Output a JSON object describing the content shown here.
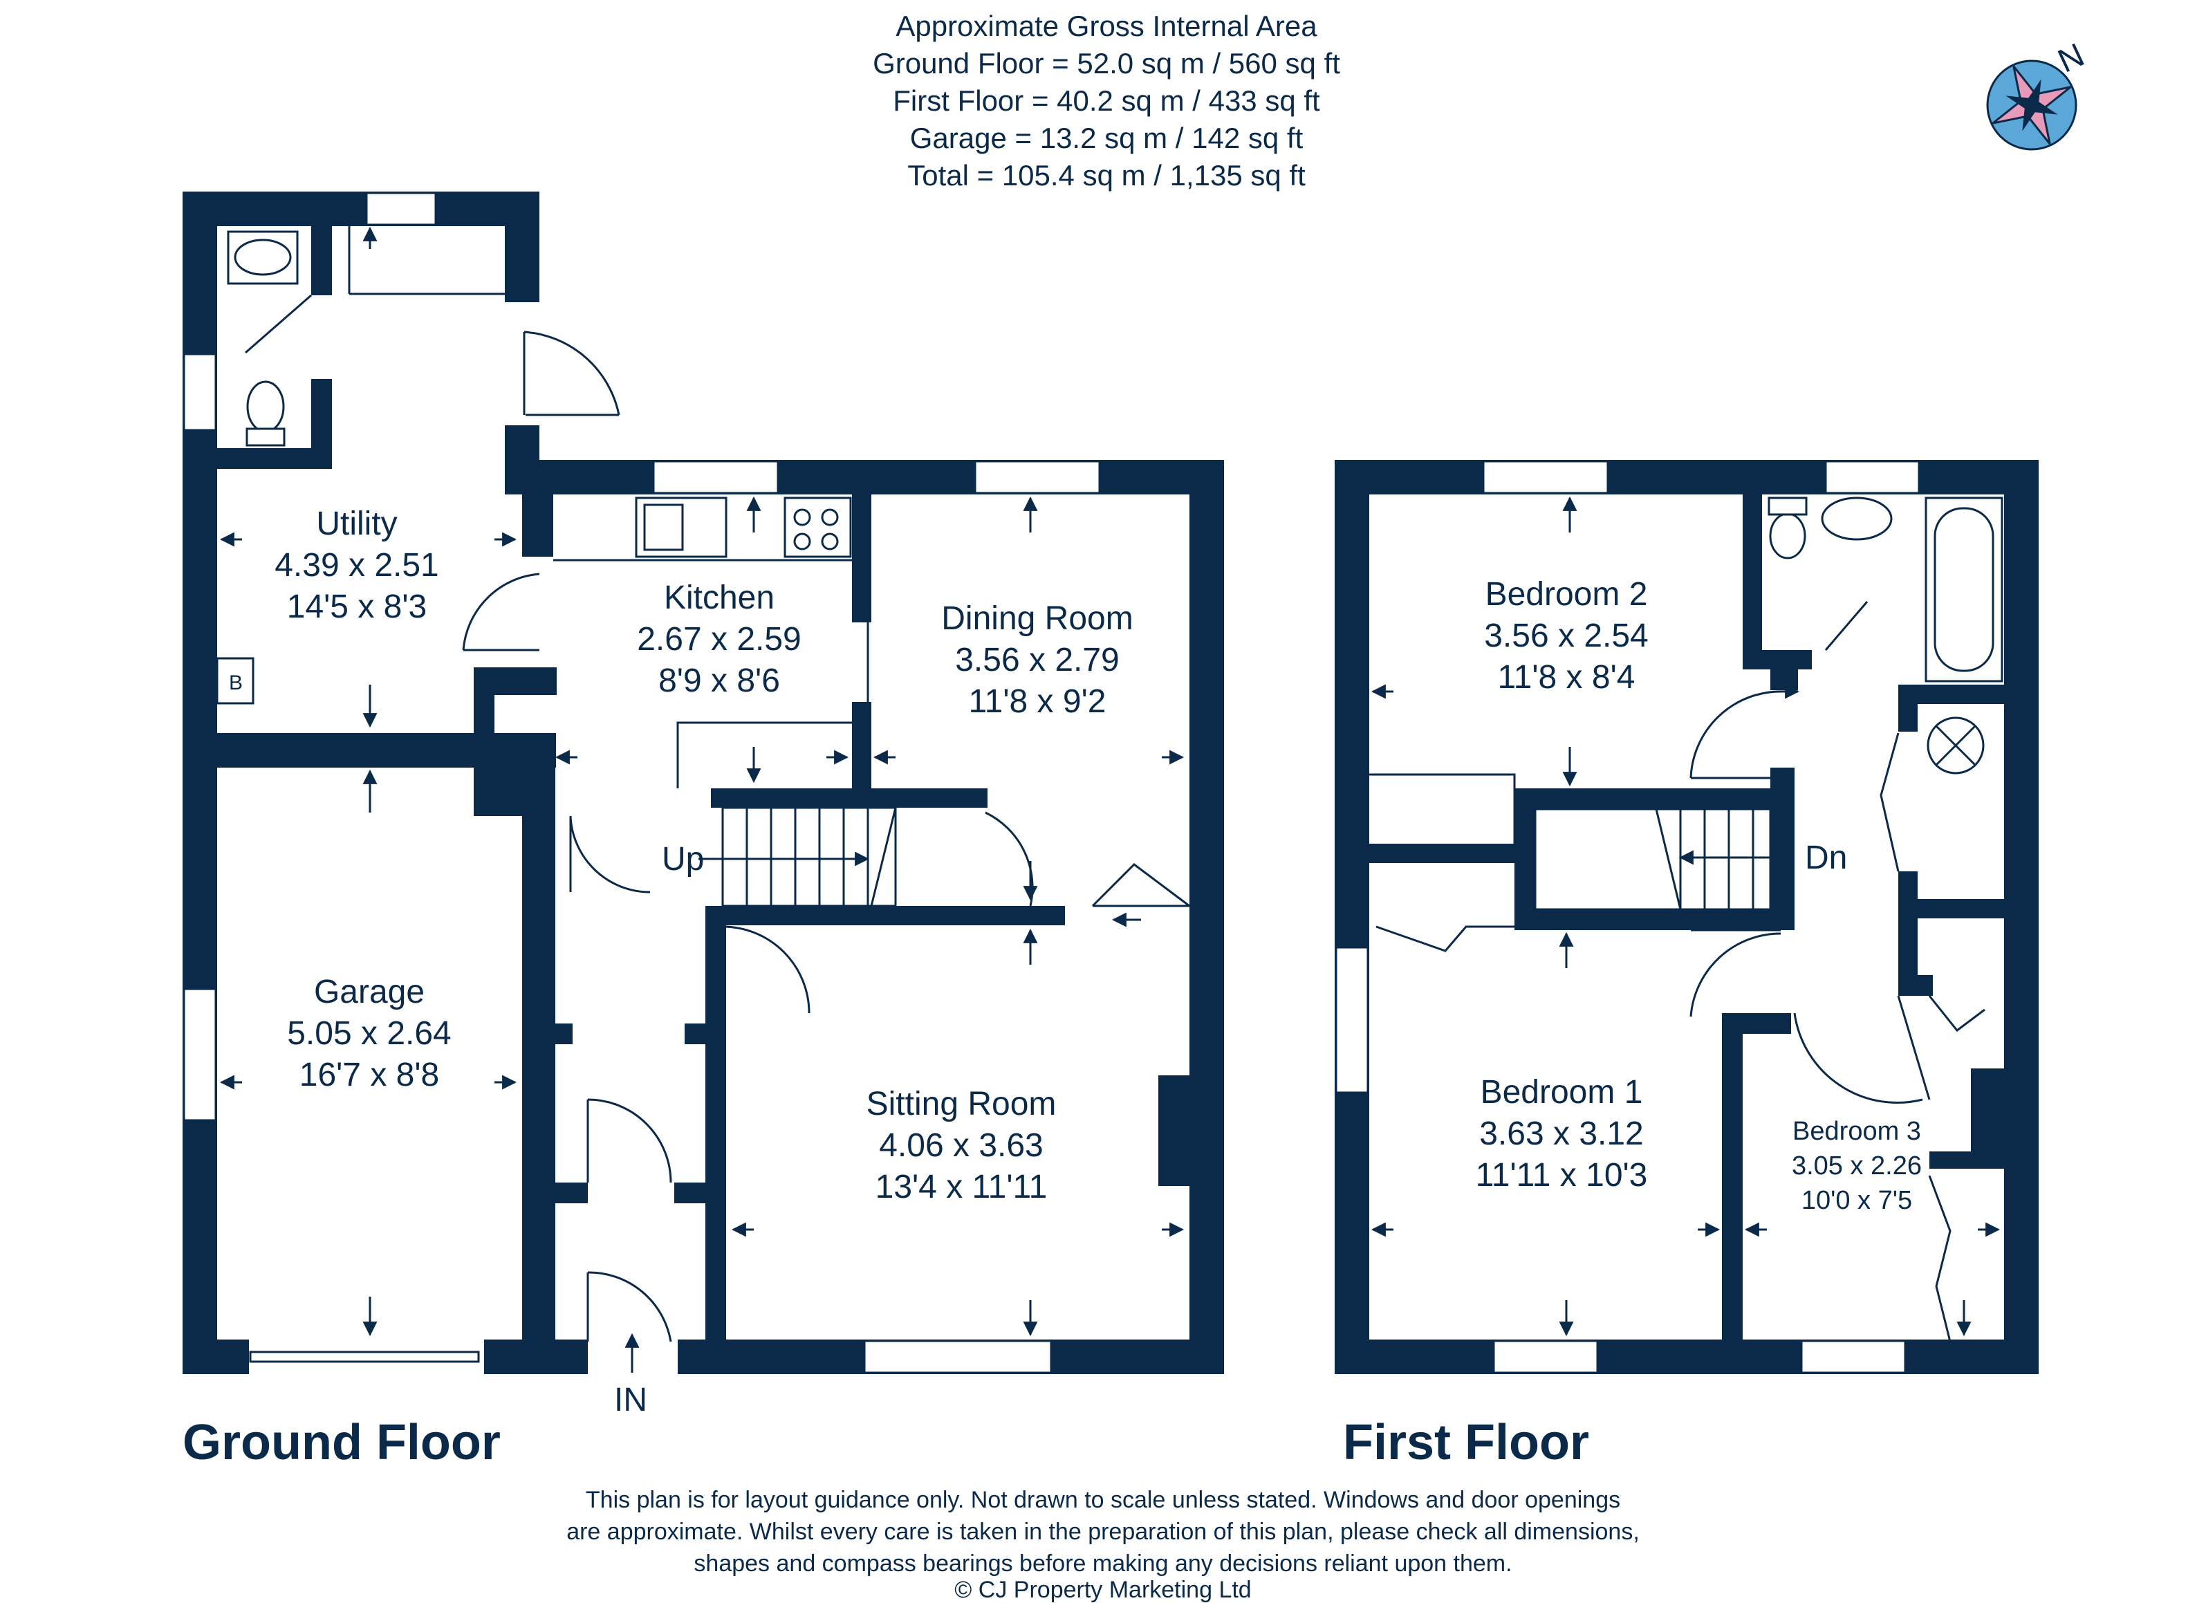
{
  "header": {
    "line1": "Approximate Gross Internal Area",
    "line2": "Ground Floor = 52.0 sq m / 560 sq ft",
    "line3": "First Floor = 40.2 sq m / 433 sq ft",
    "line4": "Garage = 13.2 sq m / 142 sq ft",
    "line5": "Total = 105.4 sq m / 1,135 sq ft"
  },
  "compass": {
    "label": "N",
    "icon": "compass-rose-icon"
  },
  "ground_floor": {
    "title": "Ground Floor",
    "entrance": "IN",
    "stairs": "Up",
    "boiler": "B",
    "rooms": {
      "utility": {
        "name": "Utility",
        "metric": "4.39 x 2.51",
        "imperial": "14'5 x 8'3"
      },
      "kitchen": {
        "name": "Kitchen",
        "metric": "2.67 x 2.59",
        "imperial": "8'9 x 8'6"
      },
      "dining": {
        "name": "Dining Room",
        "metric": "3.56 x 2.79",
        "imperial": "11'8 x 9'2"
      },
      "garage": {
        "name": "Garage",
        "metric": "5.05 x 2.64",
        "imperial": "16'7 x 8'8"
      },
      "sitting": {
        "name": "Sitting Room",
        "metric": "4.06 x 3.63",
        "imperial": "13'4 x 11'11"
      }
    }
  },
  "first_floor": {
    "title": "First Floor",
    "stairs": "Dn",
    "rooms": {
      "bedroom2": {
        "name": "Bedroom 2",
        "metric": "3.56 x 2.54",
        "imperial": "11'8 x 8'4"
      },
      "bedroom1": {
        "name": "Bedroom 1",
        "metric": "3.63 x 3.12",
        "imperial": "11'11 x 10'3"
      },
      "bedroom3": {
        "name": "Bedroom 3",
        "metric": "3.05 x 2.26",
        "imperial": "10'0 x 7'5"
      }
    }
  },
  "disclaimer": {
    "line1": "This plan is for layout guidance only. Not drawn to scale unless stated. Windows and door openings",
    "line2": "are approximate. Whilst every care is taken in the preparation of this plan, please check all dimensions,",
    "line3": "shapes and compass bearings before making any decisions reliant upon them.",
    "line4": "© CJ Property Marketing Ltd"
  },
  "colors": {
    "wall": "#0b2a4a",
    "background": "#ffffff",
    "compass_blue": "#5ba8d8",
    "compass_pink": "#e89bb8"
  }
}
